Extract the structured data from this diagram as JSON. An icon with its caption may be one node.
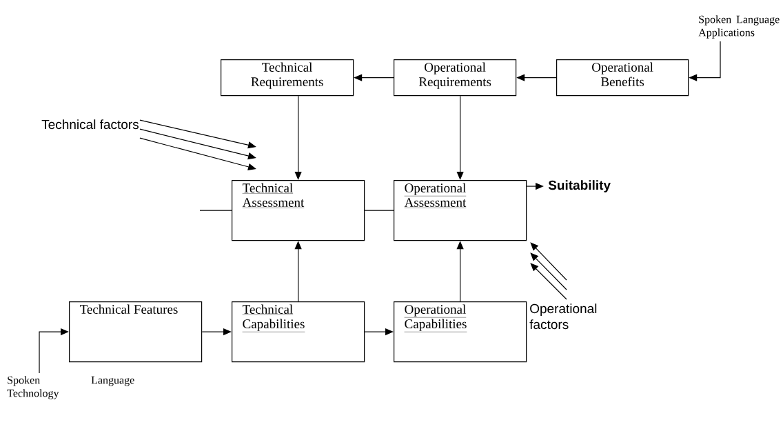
{
  "diagram": {
    "nodes": [
      {
        "text": [
          "Spoken Language Applications"
        ]
      },
      {
        "text": [
          "Technical Requirements"
        ]
      },
      {
        "text": [
          "Operational Requirements"
        ]
      },
      {
        "text": [
          "Operational Benefits"
        ]
      },
      {
        "text": [
          "Technical factors"
        ]
      },
      {
        "text": [
          "Technical Assessment"
        ]
      },
      {
        "text": [
          "Operational Assessment"
        ]
      },
      {
        "text": [
          "Suitability"
        ]
      },
      {
        "text": [
          "Technical Features"
        ]
      },
      {
        "text": [
          "Technical Capabilities"
        ]
      },
      {
        "text": [
          "Operational Capabilities"
        ]
      },
      {
        "text": [
          "Operational factors"
        ]
      },
      {
        "text": [
          "Spoken Language Technology"
        ]
      }
    ],
    "edges": [
      {
        "from": 0,
        "to": 3,
        "arrow": "to"
      },
      {
        "from": 3,
        "to": 2,
        "arrow": "to"
      },
      {
        "from": 2,
        "to": 1,
        "arrow": "to"
      },
      {
        "from": 1,
        "to": 5,
        "arrow": "to"
      },
      {
        "from": 2,
        "to": 6,
        "arrow": "to"
      },
      {
        "from": 4,
        "to": 5,
        "arrow": "to"
      },
      {
        "from": 4,
        "to": 5,
        "arrow": "to"
      },
      {
        "from": 4,
        "to": 5,
        "arrow": "to"
      },
      {
        "from": null,
        "to": 5,
        "arrow": "none"
      },
      {
        "from": 5,
        "to": 6,
        "arrow": "none"
      },
      {
        "from": 6,
        "to": 7,
        "arrow": "to"
      },
      {
        "from": 11,
        "to": 6,
        "arrow": "to"
      },
      {
        "from": 11,
        "to": 6,
        "arrow": "to"
      },
      {
        "from": 11,
        "to": 6,
        "arrow": "to"
      },
      {
        "from": 12,
        "to": 8,
        "arrow": "to"
      },
      {
        "from": 8,
        "to": 9,
        "arrow": "to"
      },
      {
        "from": 9,
        "to": 10,
        "arrow": "to"
      },
      {
        "from": 9,
        "to": 5,
        "arrow": "to"
      },
      {
        "from": 10,
        "to": 6,
        "arrow": "to"
      }
    ]
  }
}
